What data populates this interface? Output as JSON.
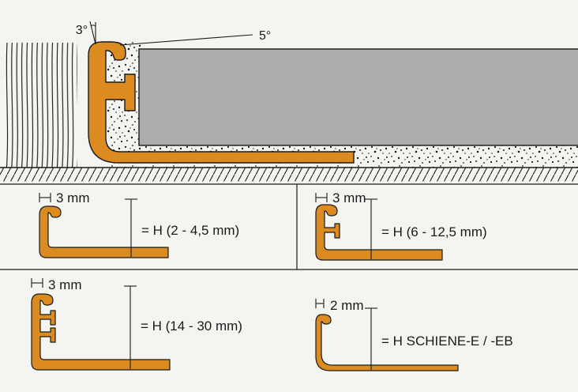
{
  "colors": {
    "profile_orange": "#DC8B20",
    "tile_gray": "#ACACAC",
    "line": "#1A1A1A",
    "background": "#F4F4F1"
  },
  "cross_section": {
    "angle_top_label": "3°",
    "angle_slope_label": "5°"
  },
  "variants": [
    {
      "width_label": "3 mm",
      "height_label": "= H (2 - 4,5 mm)"
    },
    {
      "width_label": "3 mm",
      "height_label": "= H (6 - 12,5 mm)"
    },
    {
      "width_label": "3 mm",
      "height_label": "= H (14 - 30 mm)"
    },
    {
      "width_label": "2 mm",
      "height_label": "= H  SCHIENE-E / -EB"
    }
  ]
}
